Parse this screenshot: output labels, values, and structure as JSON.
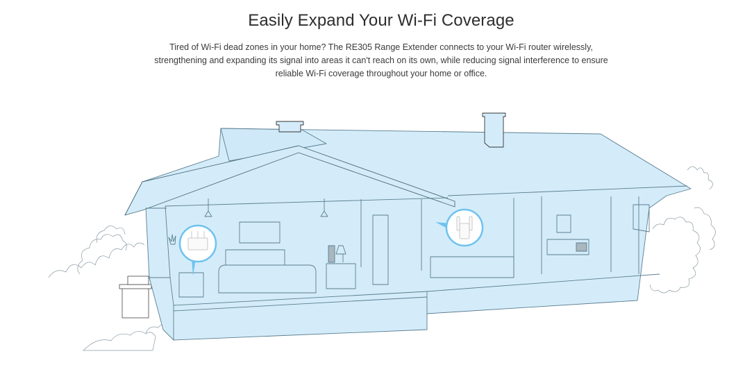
{
  "section": {
    "title": "Easily Expand Your Wi-Fi Coverage",
    "description": "Tired of Wi-Fi dead zones in your home? The RE305 Range Extender connects to your Wi-Fi router wirelessly, strengthening and expanding its signal into areas it can't reach on its own, while reducing signal interference to ensure reliable Wi-Fi coverage throughout your home or office."
  },
  "illustration": {
    "subject": "house-cutaway",
    "devices": [
      {
        "name": "router",
        "room": "living-room"
      },
      {
        "name": "RE305 range extender",
        "room": "kitchen"
      }
    ],
    "colors": {
      "house_fill": "#d4ecfa",
      "line": "#5a7d8f",
      "callout_ring": "#6ec2ee",
      "background": "#ffffff"
    }
  }
}
